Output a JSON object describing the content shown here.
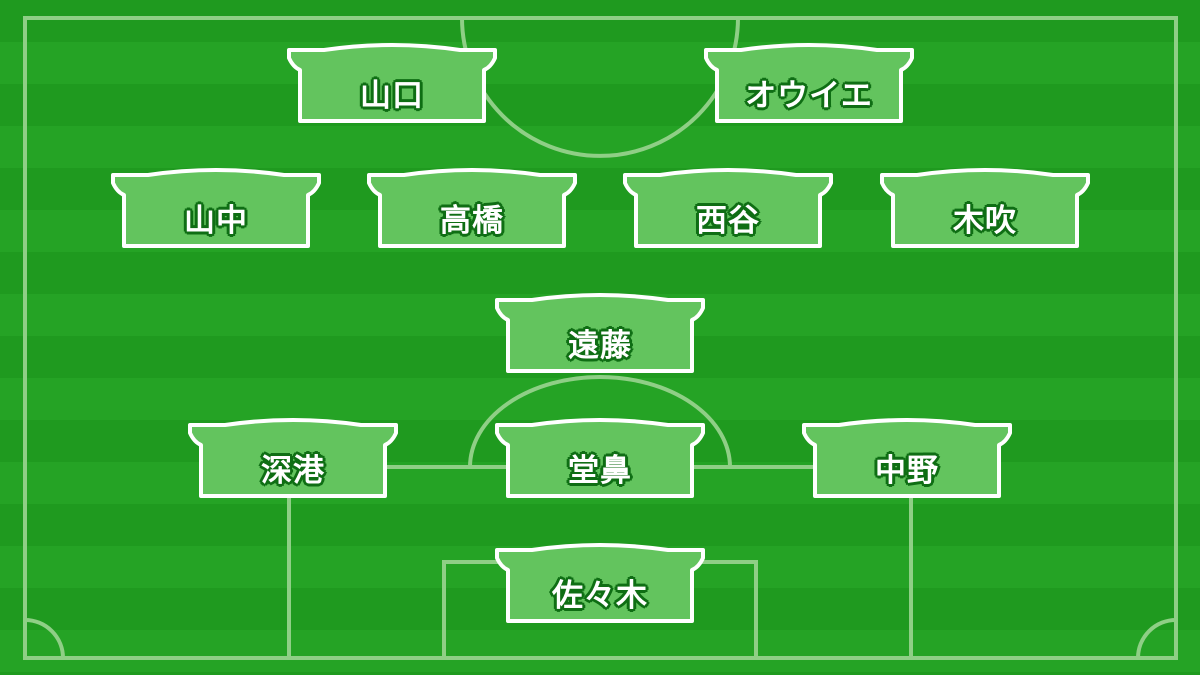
{
  "colors": {
    "pitch_dark": "#1f9a1f",
    "pitch_light": "#25a325",
    "line": "#8fcf86",
    "shirt_fill": "#63c45e",
    "shirt_border": "#ffffff",
    "name_text": "#ffffff",
    "name_outline": "#0f6e14"
  },
  "players": [
    {
      "id": "yamaguchi",
      "name": "山口",
      "role": "forward"
    },
    {
      "id": "oui",
      "name": "オウイエ",
      "role": "forward"
    },
    {
      "id": "yamanaka",
      "name": "山中",
      "role": "midfielder"
    },
    {
      "id": "takahashi",
      "name": "高橋",
      "role": "midfielder"
    },
    {
      "id": "nishitani",
      "name": "西谷",
      "role": "midfielder"
    },
    {
      "id": "kibuki",
      "name": "木吹",
      "role": "midfielder"
    },
    {
      "id": "endo",
      "name": "遠藤",
      "role": "defensive-midfielder"
    },
    {
      "id": "fukaminato",
      "name": "深港",
      "role": "defender"
    },
    {
      "id": "douhana",
      "name": "堂鼻",
      "role": "defender"
    },
    {
      "id": "nakano",
      "name": "中野",
      "role": "defender"
    },
    {
      "id": "sasaki",
      "name": "佐々木",
      "role": "goalkeeper"
    }
  ]
}
